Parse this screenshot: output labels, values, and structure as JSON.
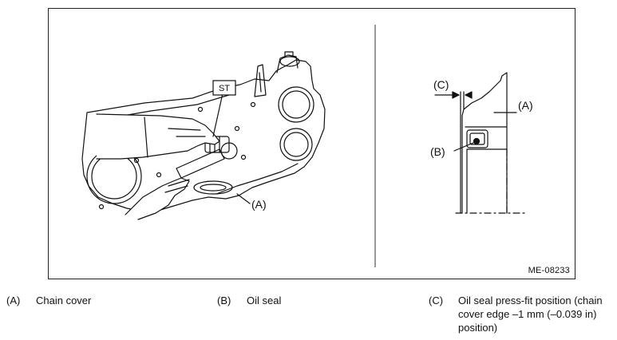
{
  "figure": {
    "id_label": "ME-08233",
    "left_view": {
      "tool_label": "ST",
      "callout_a": "(A)"
    },
    "right_view": {
      "callout_c": "(C)",
      "callout_a": "(A)",
      "callout_b": "(B)"
    }
  },
  "legend": [
    {
      "key": "(A)",
      "text": "Chain cover"
    },
    {
      "key": "(B)",
      "text": "Oil seal"
    },
    {
      "key": "(C)",
      "text": "Oil seal press-fit position (chain cover edge –1 mm (–0.039 in) position)"
    }
  ]
}
